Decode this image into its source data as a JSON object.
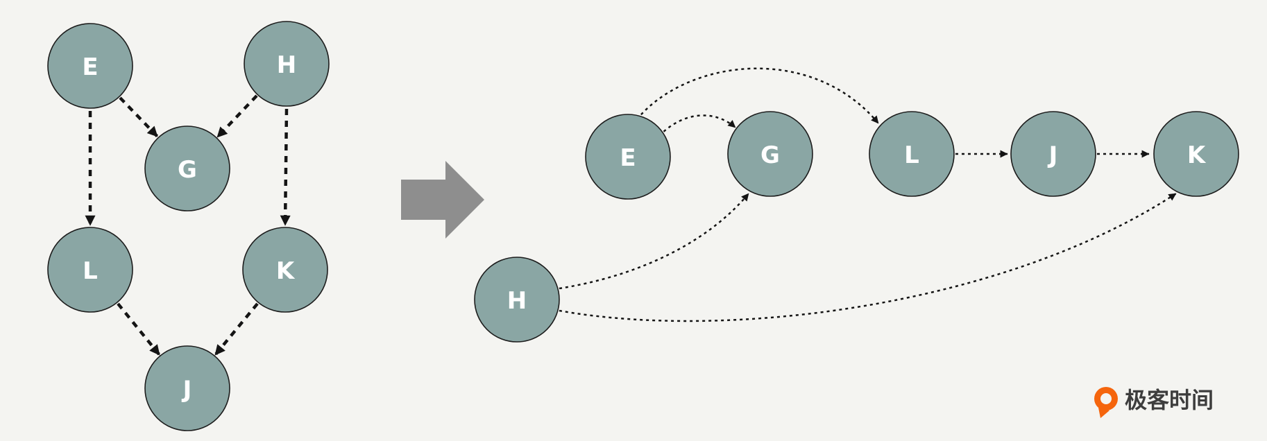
{
  "colors": {
    "background": "#f4f4f1",
    "node_fill": "#8aa6a4",
    "node_stroke": "#1c1c1c",
    "node_text": "#ffffff",
    "edge": "#141414",
    "transform_arrow": "#8e8e8e",
    "logo_orange": "#f5650d",
    "logo_text": "#3d3d3d"
  },
  "left_graph": {
    "nodes": [
      {
        "id": "E",
        "label": "E"
      },
      {
        "id": "H",
        "label": "H"
      },
      {
        "id": "G",
        "label": "G"
      },
      {
        "id": "L",
        "label": "L"
      },
      {
        "id": "K",
        "label": "K"
      },
      {
        "id": "J",
        "label": "J"
      }
    ],
    "edges": [
      {
        "from": "E",
        "to": "G"
      },
      {
        "from": "H",
        "to": "G"
      },
      {
        "from": "E",
        "to": "L"
      },
      {
        "from": "H",
        "to": "K"
      },
      {
        "from": "L",
        "to": "J"
      },
      {
        "from": "K",
        "to": "J"
      }
    ]
  },
  "right_graph": {
    "nodes": [
      {
        "id": "E",
        "label": "E"
      },
      {
        "id": "G",
        "label": "G"
      },
      {
        "id": "L",
        "label": "L"
      },
      {
        "id": "J",
        "label": "J"
      },
      {
        "id": "K",
        "label": "K"
      },
      {
        "id": "H",
        "label": "H"
      }
    ],
    "edges": [
      {
        "from": "E",
        "to": "G"
      },
      {
        "from": "E",
        "to": "L"
      },
      {
        "from": "L",
        "to": "J"
      },
      {
        "from": "J",
        "to": "K"
      },
      {
        "from": "H",
        "to": "G"
      },
      {
        "from": "H",
        "to": "K"
      }
    ]
  },
  "logo": {
    "text": "极客时间"
  }
}
